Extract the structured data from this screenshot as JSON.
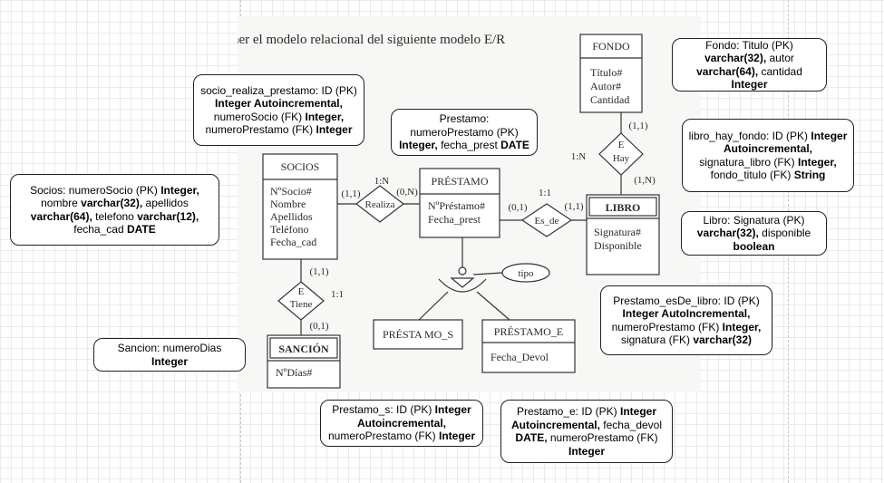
{
  "diagram": {
    "heading": "ner el modelo relacional del siguiente modelo E/R",
    "entities": {
      "fondo": {
        "name": "FONDO",
        "attrs": [
          "Título#",
          "Autor#",
          "Cantidad"
        ]
      },
      "socios": {
        "name": "SOCIOS",
        "attrs": [
          "NºSocio#",
          "Nombre",
          "Apellidos",
          "Teléfono",
          "Fecha_cad"
        ]
      },
      "prestamo": {
        "name": "PRÉSTAMO",
        "attrs": [
          "NºPréstamo#",
          "Fecha_prest"
        ]
      },
      "libro": {
        "name": "LIBRO",
        "attrs": [
          "Signatura#",
          "Disponible"
        ]
      },
      "sancion": {
        "name": "SANCIÓN",
        "attrs": [
          "NºDías#"
        ]
      },
      "prestamo_s": {
        "name": "PRÉSTA MO_S"
      },
      "prestamo_e": {
        "name": "PRÉSTAMO_E",
        "attrs": [
          "Fecha_Devol"
        ]
      }
    },
    "relationships": {
      "realiza": {
        "name": "Realiza",
        "type": "1:N",
        "left_card": "(1,1)",
        "right_card": "(0,N)"
      },
      "es_de": {
        "name": "Es_de",
        "type": "1:1",
        "left_card": "(0,1)",
        "right_card": "(1,1)"
      },
      "hay": {
        "name": "Hay",
        "mark": "E",
        "type": "1:N",
        "top_card": "(1,1)",
        "bottom_card": "(1,N)"
      },
      "tiene": {
        "name": "Tiene",
        "mark": "E",
        "type": "1:1",
        "top_card": "(1,1)",
        "bottom_card": "(0,1)"
      }
    },
    "specialization_attr": "tipo"
  },
  "notes": {
    "socio_realiza_prestamo": [
      {
        "t": "socio_realiza_prestamo: ID (PK) "
      },
      {
        "t": "Integer Autoincremental,",
        "b": true
      },
      {
        "t": " numeroSocio (FK) "
      },
      {
        "t": "Integer,",
        "b": true
      },
      {
        "t": " numeroPrestamo (FK) "
      },
      {
        "t": "Integer",
        "b": true
      }
    ],
    "prestamo": [
      {
        "t": "Prestamo: numeroPrestamo (PK) "
      },
      {
        "t": "Integer,",
        "b": true
      },
      {
        "t": " fecha_prest "
      },
      {
        "t": "DATE",
        "b": true
      }
    ],
    "fondo": [
      {
        "t": "Fondo: Titulo (PK) "
      },
      {
        "t": "varchar(32),",
        "b": true
      },
      {
        "t": " autor "
      },
      {
        "t": "varchar(64),",
        "b": true
      },
      {
        "t": " cantidad "
      },
      {
        "t": "Integer",
        "b": true
      }
    ],
    "libro_hay_fondo": [
      {
        "t": "libro_hay_fondo: ID (PK) "
      },
      {
        "t": "Integer Autoincremental,",
        "b": true
      },
      {
        "t": " signatura_libro (FK) "
      },
      {
        "t": "Integer,",
        "b": true
      },
      {
        "t": " fondo_titulo (FK) "
      },
      {
        "t": "String",
        "b": true
      }
    ],
    "socios": [
      {
        "t": "Socios: numeroSocio (PK) "
      },
      {
        "t": "Integer,",
        "b": true
      },
      {
        "t": " nombre "
      },
      {
        "t": "varchar(32),",
        "b": true
      },
      {
        "t": " apellidos "
      },
      {
        "t": "varchar(64),",
        "b": true
      },
      {
        "t": " telefono "
      },
      {
        "t": "varchar(12),",
        "b": true
      },
      {
        "t": " fecha_cad "
      },
      {
        "t": "DATE",
        "b": true
      }
    ],
    "libro": [
      {
        "t": "Libro: Signatura (PK) "
      },
      {
        "t": "varchar(32),",
        "b": true
      },
      {
        "t": " disponible "
      },
      {
        "t": "boolean",
        "b": true
      }
    ],
    "prestamo_esde_libro": [
      {
        "t": "Prestamo_esDe_libro: ID (PK) "
      },
      {
        "t": "Integer AutoIncremental,",
        "b": true
      },
      {
        "t": " numeroPrestamo (FK) "
      },
      {
        "t": "Integer,",
        "b": true
      },
      {
        "t": " signatura (FK) "
      },
      {
        "t": "varchar(32)",
        "b": true
      }
    ],
    "sancion": [
      {
        "t": "Sancion: numeroDias "
      },
      {
        "t": "Integer",
        "b": true
      }
    ],
    "prestamo_s": [
      {
        "t": "Prestamo_s: ID (PK) "
      },
      {
        "t": "Integer Autoincremental,",
        "b": true
      },
      {
        "t": " numeroPrestamo (FK) "
      },
      {
        "t": "Integer",
        "b": true
      }
    ],
    "prestamo_e": [
      {
        "t": "Prestamo_e: ID (PK) "
      },
      {
        "t": "Integer Autoincremental,",
        "b": true
      },
      {
        "t": " fecha_devol "
      },
      {
        "t": "DATE,",
        "b": true
      },
      {
        "t": " numeroPrestamo (FK) "
      },
      {
        "t": "Integer",
        "b": true
      }
    ]
  }
}
